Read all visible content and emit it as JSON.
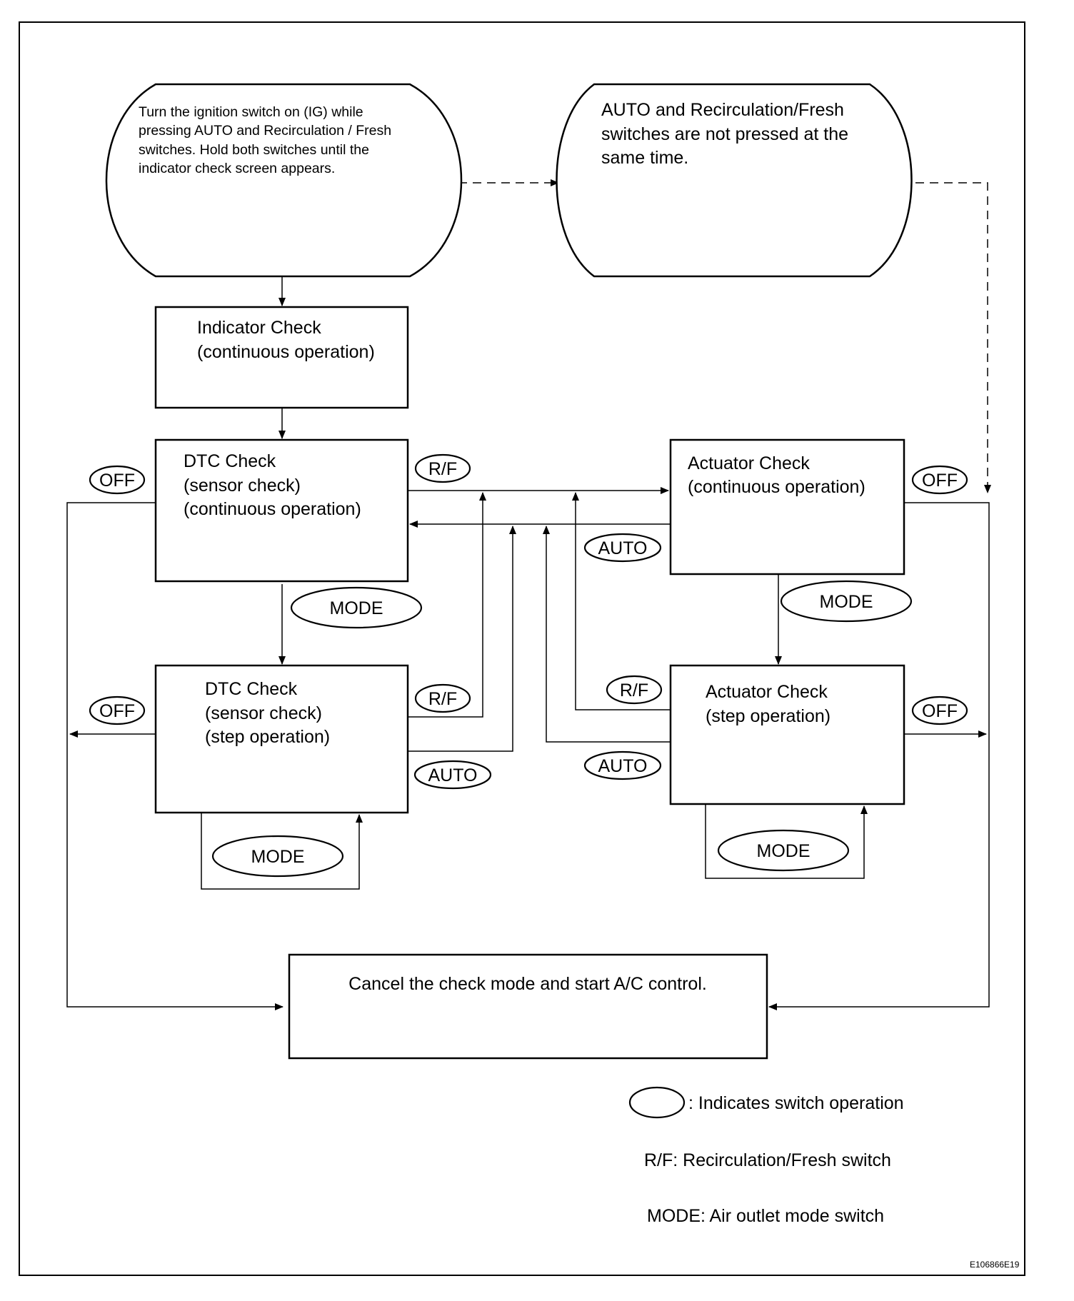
{
  "nodes": {
    "start": {
      "lines": [
        "Turn the ignition switch on (IG) while",
        "pressing AUTO and  Recirculation / Fresh",
        "switches. Hold both switches until the",
        "indicator check screen appears."
      ]
    },
    "not_pressed": {
      "lines": [
        "AUTO and Recirculation/Fresh",
        "switches are not pressed at the",
        "same time."
      ]
    },
    "indicator_check": {
      "lines": [
        "Indicator Check",
        "(continuous operation)"
      ]
    },
    "dtc_continuous": {
      "lines": [
        "DTC Check",
        "(sensor check)",
        "(continuous operation)"
      ]
    },
    "actuator_continuous": {
      "lines": [
        "Actuator Check",
        "(continuous operation)"
      ]
    },
    "dtc_step": {
      "lines": [
        "DTC Check",
        "(sensor check)",
        "(step operation)"
      ]
    },
    "actuator_step": {
      "lines": [
        "Actuator Check",
        "(step operation)"
      ]
    },
    "cancel": {
      "lines": [
        "Cancel the check mode and start A/C control."
      ]
    }
  },
  "switches": {
    "off": "OFF",
    "rf": "R/F",
    "auto": "AUTO",
    "mode": "MODE"
  },
  "legend": {
    "switch_operation": ": Indicates switch operation",
    "rf_definition": "R/F: Recirculation/Fresh switch",
    "mode_definition": "MODE: Air outlet mode switch"
  },
  "figure_code": "E106866E19"
}
